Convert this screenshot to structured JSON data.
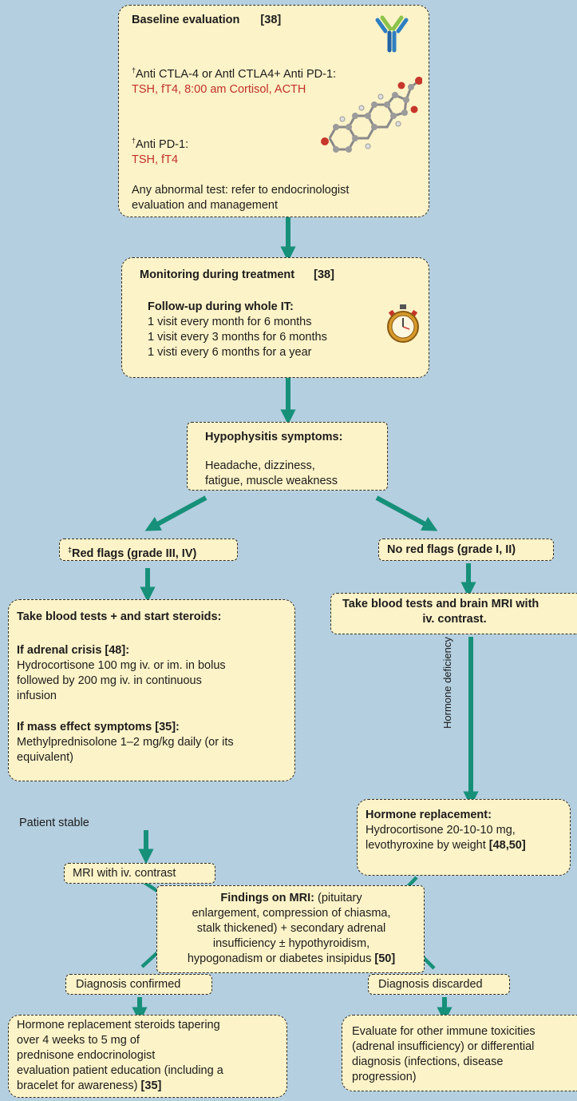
{
  "baseline": {
    "title": "Baseline evaluation",
    "ref": "[38]",
    "combo_label": "Anti CTLA-4 or  Antl CTLA4+ Anti PD-1:",
    "combo_tests": "TSH, fT4, 8:00 am Cortisol, ACTH",
    "pd1_label": "Anti PD-1:",
    "pd1_tests": "TSH, fT4",
    "footer_1": "Any abnormal test: refer to endocrinologist",
    "footer_2": "evaluation and management",
    "dagger": "†"
  },
  "monitoring": {
    "title": "Monitoring during treatment",
    "ref": "[38]",
    "subtitle": "Follow-up during whole IT:",
    "lines": [
      "1 visit every month for 6 months",
      "1 visit every 3 months for 6 months",
      "1 visti every 6 months for a year"
    ]
  },
  "symptoms": {
    "title": "Hypophysitis symptoms:",
    "line1": "Headache, dizziness,",
    "line2": "fatigue, muscle weakness"
  },
  "red_flags": {
    "mark": "‡",
    "label": "Red flags (grade III, IV)"
  },
  "no_red_flags": {
    "label": "No red flags (grade I, II)"
  },
  "steroids": {
    "title": "Take blood tests + and start steroids:",
    "adrenal_title": "If adrenal crisis [48]:",
    "adrenal_lines": [
      "Hydrocortisone 100 mg iv. or im. in bolus",
      "followed by 200 mg iv. in continuous",
      "infusion"
    ],
    "mass_title": "If mass effect symptoms [35]:",
    "mass_lines": [
      "Methylprednisolone 1–2 mg/kg daily (or its",
      "equivalent)"
    ]
  },
  "mri_tests": {
    "line1": "Take blood tests and brain MRI with",
    "line2": "iv. contrast."
  },
  "hormone_deficiency_label": "Hormone deficiency",
  "patient_stable_label": "Patient stable",
  "mri_contrast": {
    "label": "MRI with iv. contrast"
  },
  "hormone_replacement": {
    "title": "Hormone replacement:",
    "line1": "Hydrocortisone 20-10-10 mg,",
    "line2_text": "levothyroxine by weight ",
    "line2_ref": "[48,50]"
  },
  "findings": {
    "title": "Findings on MRI:",
    "line1_rest": " (pituitary",
    "line2": "enlargement, compression of chiasma,",
    "line3": "stalk thickened) + secondary adrenal",
    "line4": "insufficiency ± hypothyroidism,",
    "line5_text": "hypogonadism or diabetes insipidus ",
    "line5_ref": "[50]"
  },
  "diagnosis_confirmed": {
    "label": "Diagnosis confirmed"
  },
  "diagnosis_discarded": {
    "label": "Diagnosis discarded"
  },
  "treatment": {
    "lines": [
      "Hormone replacement steroids tapering",
      "over 4 weeks to 5 mg of",
      "prednisone endocrinologist",
      "evaluation patient education (including a"
    ],
    "last_text": "bracelet for awareness) ",
    "last_ref": "[35]"
  },
  "evaluate_other": {
    "lines": [
      "Evaluate for other immune toxicities",
      "(adrenal insufficiency) or differential",
      "diagnosis (infections, disease",
      "progression)"
    ]
  },
  "colors": {
    "arrow": "#17907a",
    "background": "#b4cfe0",
    "box": "#fdf3c8",
    "red_text": "#c0312b"
  },
  "icons": [
    "antibody-icon",
    "steroid-molecule-icon",
    "stopwatch-icon"
  ]
}
